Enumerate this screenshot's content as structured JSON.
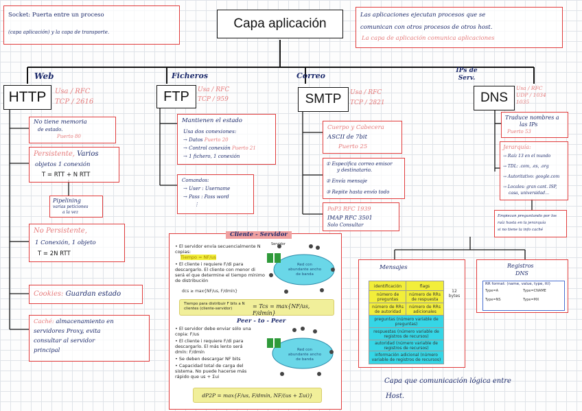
{
  "title": "Capa aplicación",
  "socket_note": {
    "line1": "Socket: Puerta entre un proceso",
    "line2": "(capa aplicación) y la capa de transporte."
  },
  "app_note": {
    "line1": "Las aplicaciones ejecutan procesos que se",
    "line2": "comunican con otros procesos de otros host.",
    "line3": "La capa de aplicación comunica aplicaciones"
  },
  "categories": {
    "web": "Web",
    "files": "Ficheros",
    "mail": "Correo",
    "ips": "IPs de Serv."
  },
  "protocols": {
    "http": {
      "name": "HTTP",
      "l1": "Usa / RFC",
      "l2": "TCP / 2616"
    },
    "ftp": {
      "name": "FTP",
      "l1": "Usa / RFC",
      "l2": "TCP / 959"
    },
    "smtp": {
      "name": "SMTP",
      "l1": "Usa / RFC",
      "l2": "TCP / 2821"
    },
    "dns": {
      "name": "DNS",
      "l1": "Usa / RFC",
      "l2": "UDP / 1034 1035"
    }
  },
  "http_boxes": {
    "memoria": {
      "l1": "No tiene memoria",
      "l2": "de estado.",
      "l3": "Puerto 80"
    },
    "persistente": {
      "title": "Persistente,",
      "l1": "Varios",
      "l2": "objetos 1 conexión",
      "formula": "T = RTT + N RTT"
    },
    "pipelining": {
      "l1": "Pipelining",
      "l2": "varias peticiones",
      "l3": "a la vez"
    },
    "no_persistente": {
      "title": "No Persistente,",
      "l1": "1 Conexión, 1 objeto",
      "formula": "T = 2N RTT"
    },
    "cookies": {
      "title": "Cookies:",
      "text": "Guardan estado"
    },
    "cache": {
      "title": "Caché:",
      "l1": "almacenamiento en",
      "l2": "servidores Proxy, evita",
      "l3": "consultar al servidor",
      "l4": "principal"
    }
  },
  "ftp_boxes": {
    "main": {
      "l1": "Mantienen el estado",
      "l2": "Usa dos conexiones:",
      "i1": "→ Datos",
      "i1b": "Puerto 20",
      "i2": "→ Control conexión",
      "i2b": "Puerto 21",
      "i3": "→ 1 fichero, 1 conexión"
    },
    "commands": {
      "title": "Comandos:",
      "i1": "→ User : Username",
      "i2": "→ Pass : Pass word",
      "i3": "⋮"
    }
  },
  "smtp_boxes": {
    "header": {
      "l1": "Cuerpo y Cabecera",
      "l2": "ASCII de 7bit",
      "l3": "Puerto 25"
    },
    "steps": {
      "s1": "① Especifica correo emisor",
      "s1b": "y destinatario.",
      "s2": "② Envía mensaje",
      "s3": "③ Repite hasta envío todo"
    },
    "pop": {
      "l1": "PoP3 RFC 1939",
      "l2": "IMAP RFC 3501",
      "l3": "Solo Consultar"
    }
  },
  "dns_boxes": {
    "translate": {
      "l1": "Traduce nombres a",
      "l2": "las IPs",
      "l3": "Puerto 53"
    },
    "hierarchy": {
      "title": "Jerarquía:",
      "i1": "→ Raíz 13 en el mundo",
      "i2": "→ TDL: .com, .es, .org",
      "i3": "→ Autoritativo: google.com",
      "i4": "→ Locales: gran cant. ISP,",
      "i4b": "casa, universidad…"
    },
    "recursive": {
      "l1": "Empiezan preguntando por los",
      "l2": "raíz hasta en la jerarquía",
      "l3": "si no tiene la info caché"
    },
    "mensajes": "Mensajes",
    "registros": {
      "l1": "Registros",
      "l2": "DNS"
    }
  },
  "cliente_servidor": {
    "title": "Cliente - Servidor",
    "b1": "El servidor envía secuencialmente N copias:",
    "b1b": "Tiempo = NF/us",
    "b2": "El cliente i requiere F/di para descargarlo. El cliente con menor di será el que determine el tiempo mínimo de distribución",
    "b3": "dcs ≥ max{NF/us, F/dmín}",
    "formula_label": "Tiempo para distribuir F bits a N clientes (cliente-servidor)",
    "formula": "= Tcs = max{NF/us, F/dmín}",
    "server_label": "Servidor",
    "net_label": "Red con abundante ancho de banda"
  },
  "p2p": {
    "title": "Peer - to - Peer",
    "b1": "El servidor debe enviar sólo una copia: F/us",
    "b2": "El cliente i requiere F/di para descargarlo. El más lento será dmín: F/dmín",
    "b3": "Se deben descargar NF bits",
    "b4": "Capacidad total de carga del sistema. No puede hacerse más rápido que us + Σui",
    "formula": "dP2P = max{F/us, F/dmín, NF/(us + Σui)}",
    "net_label": "Red con abundante ancho de banda"
  },
  "logic_note": {
    "l1": "Capa que comunicación lógica entre",
    "l2": "Host."
  },
  "mensajes_table": {
    "h1": "identificación",
    "h2": "flags",
    "r1a": "número de preguntas",
    "r1b": "número de RRs de respuesta",
    "r2a": "número de RRs de autoridad",
    "r2b": "número de RRs adicionales",
    "r3": "preguntas (número variable de preguntas)",
    "r4": "respuestas (número variable de registros de recursos)",
    "r5": "autoridad (número variable de registros de recursos)",
    "r6": "información adicional (número variable de registros de recursos)",
    "side1": "12 bytes"
  },
  "registros_table": {
    "header": "RR format: (name, value, type, ttl)",
    "l1": "Type=A",
    "l2": "Type=CNAME",
    "l3": "Type=NS",
    "l4": "Type=MX"
  },
  "colors": {
    "red": "#e03a3a",
    "ink": "#1c2a6b",
    "yellow": "#f2ee3a",
    "cyan": "#36d6e6"
  }
}
